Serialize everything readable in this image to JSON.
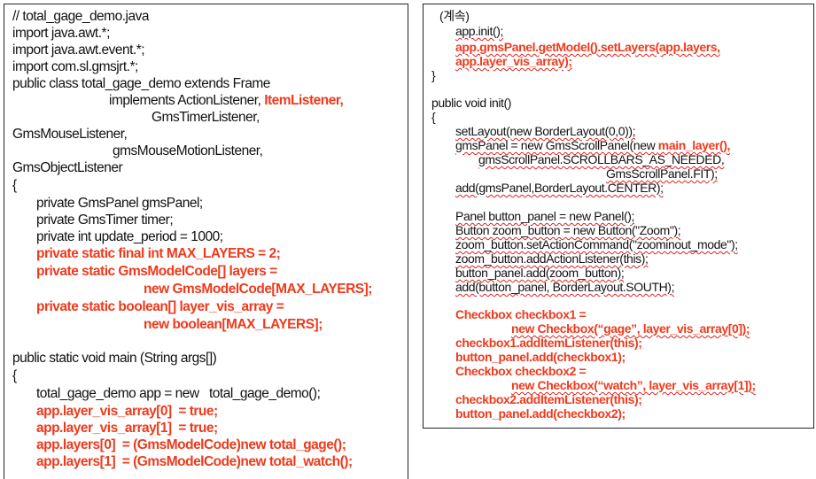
{
  "left_code": {
    "l1": "// total_gage_demo.java",
    "l2": "import java.awt.*;",
    "l3": "import java.awt.event.*;",
    "l4": "import com.sl.gmsjrt.*;",
    "l5": "public class total_gage_demo extends Frame",
    "l6a": "implements ActionListener, ",
    "l6b": "ItemListener,",
    "l7": "GmsTimerListener,",
    "l8": "GmsMouseListener,",
    "l9": "gmsMouseMotionListener,",
    "l10": "GmsObjectListener",
    "l11": "{",
    "l12": "private GmsPanel gmsPanel;",
    "l13": "private GmsTimer timer;",
    "l14": "private int update_period = 1000;",
    "l15": "private static final int MAX_LAYERS = 2;",
    "l16": "private static GmsModelCode[] layers =",
    "l17": "new GmsModelCode[MAX_LAYERS];",
    "l18": "private static boolean[] layer_vis_array =",
    "l19": "new boolean[MAX_LAYERS];",
    "l20": "public static void main (String args[])",
    "l21": "{",
    "l22": "total_gage_demo app = new   total_gage_demo();",
    "l23": "app.layer_vis_array[0]  = true;",
    "l24": "app.layer_vis_array[1]  = true;",
    "l25": "app.layers[0]  = (GmsModelCode)new total_gage();",
    "l26": "app.layers[1]  = (GmsModelCode)new total_watch();"
  },
  "right_code": {
    "cont": "(계속)",
    "r1": "app.init();",
    "r2": "app.gmsPanel.getModel().setLayers(app.layers,",
    "r3": "app.layer_vis_array);",
    "r4": "}",
    "r5": "public void init()",
    "r6": "{",
    "r7": "setLayout(new BorderLayout(0,0));",
    "r8a": "gmsPanel = new GmsScrollPanel(new ",
    "r8b": "main_layer(),",
    "r9": "gmsScrollPanel.SCROLLBARS_AS_NEEDED,",
    "r10": "GmsScrollPanel.FIT);",
    "r11": "add(gmsPanel,BorderLayout.CENTER);",
    "r12": "Panel button_panel = new Panel();",
    "r13": "Button zoom_button = new Button(\"Zoom\");",
    "r14": "zoom_button.setActionCommand(\"zoominout_mode\");",
    "r15": "zoom_button.addActionListener(this);",
    "r16": "button_panel.add(zoom_button);",
    "r17": "add(button_panel, BorderLayout.SOUTH);",
    "r18": "Checkbox checkbox1 =",
    "r19": "new Checkbox(“gage”, layer_vis_array[0]);",
    "r20": "checkbox1.addItemListener(this);",
    "r21": "button_panel.add(checkbox1);",
    "r22": "Checkbox checkbox2 =",
    "r23": "new Checkbox(“watch”, layer_vis_array[1]);",
    "r24": "checkbox2.addItemListener(this);",
    "r25": "button_panel.add(checkbox2);"
  },
  "colors": {
    "highlight": "#ee3a1c",
    "text": "#111111",
    "border": "#222222"
  }
}
